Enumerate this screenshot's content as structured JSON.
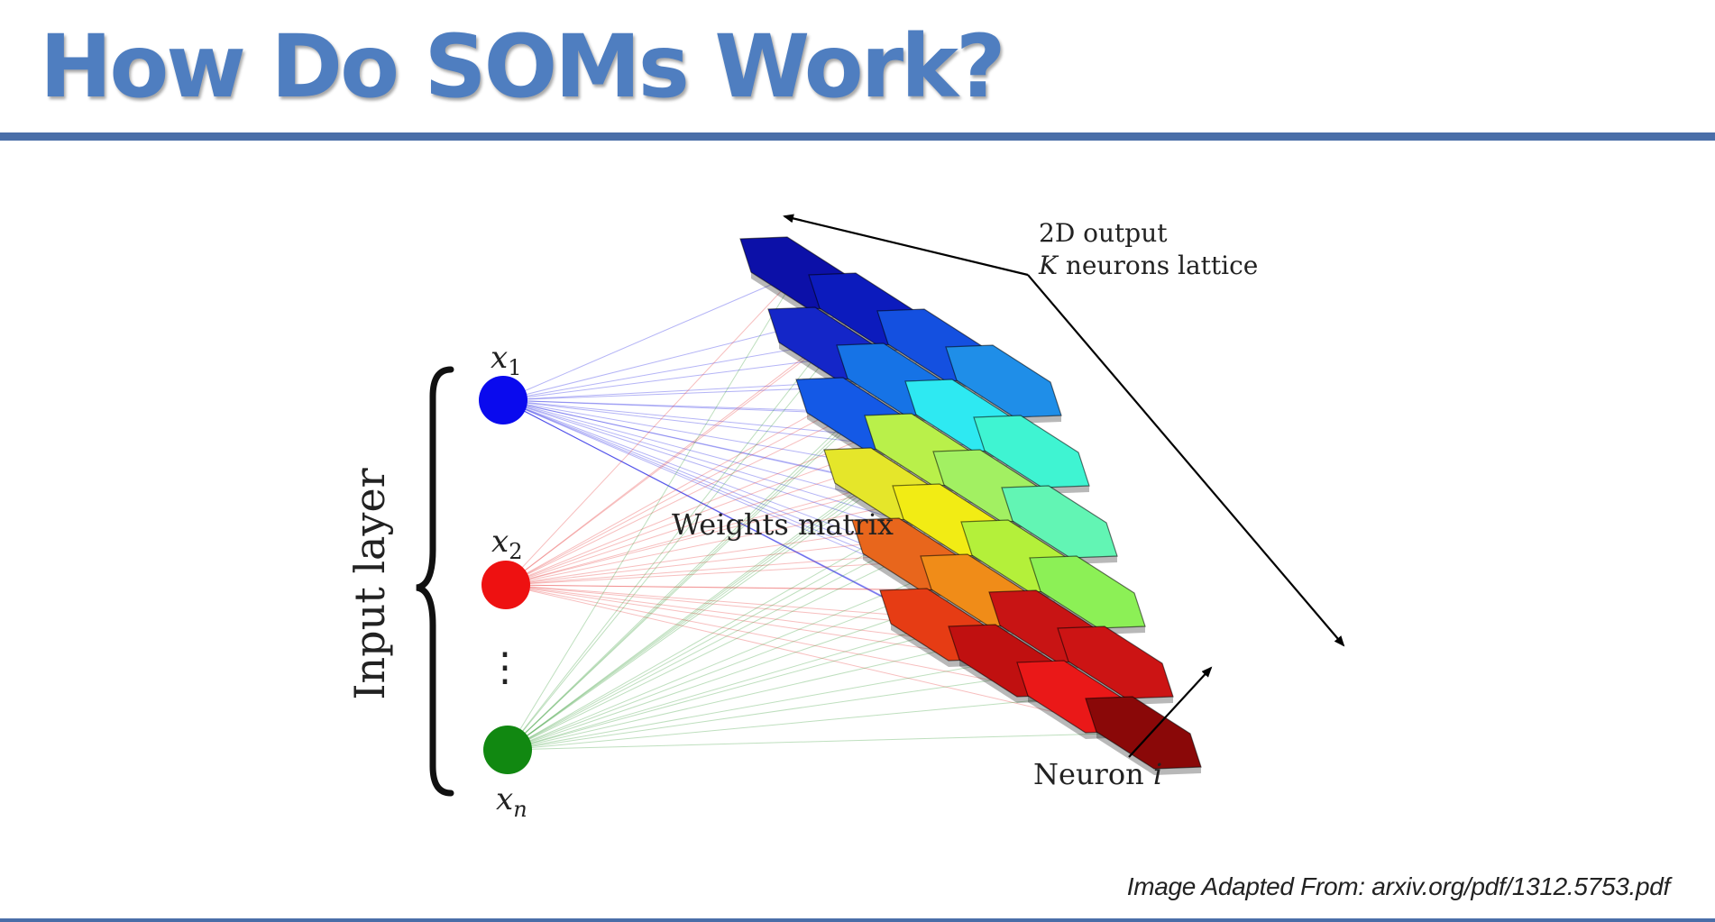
{
  "slide": {
    "title": "How Do SOMs Work?",
    "credit": "Image Adapted From: arxiv.org/pdf/1312.5753.pdf"
  },
  "diagram": {
    "input_layer_label": "Input layer",
    "input_nodes": [
      {
        "var": "x",
        "sub": "1",
        "color": "#0a0aee"
      },
      {
        "var": "x",
        "sub": "2",
        "color": "#ee1111"
      },
      {
        "var": "x",
        "sub": "n",
        "color": "#118811"
      }
    ],
    "ellipsis": "⋮",
    "weights_label": "Weights matrix",
    "output_label_line1": "2D output",
    "output_label_line2_var": "K",
    "output_label_line2_rest": " neurons lattice",
    "neuron_label_text": "Neuron ",
    "neuron_label_var": "i",
    "lattice_rows": [
      [
        "#0c10a8",
        "#0c1bbd",
        "#1450e0",
        "#1f8ee8"
      ],
      [
        "#1426c8",
        "#1673e6",
        "#2ee9f2",
        "#3ff4d2"
      ],
      [
        "#1459e6",
        "#b9f04a",
        "#a2f062",
        "#62f5b4"
      ],
      [
        "#e5e62a",
        "#f2ec14",
        "#b4f03a",
        "#8cf056"
      ],
      [
        "#e8661c",
        "#f08c18",
        "#c81414",
        "#cc1414"
      ],
      [
        "#e63c14",
        "#c01010",
        "#ea1818",
        "#8a0808"
      ]
    ]
  }
}
